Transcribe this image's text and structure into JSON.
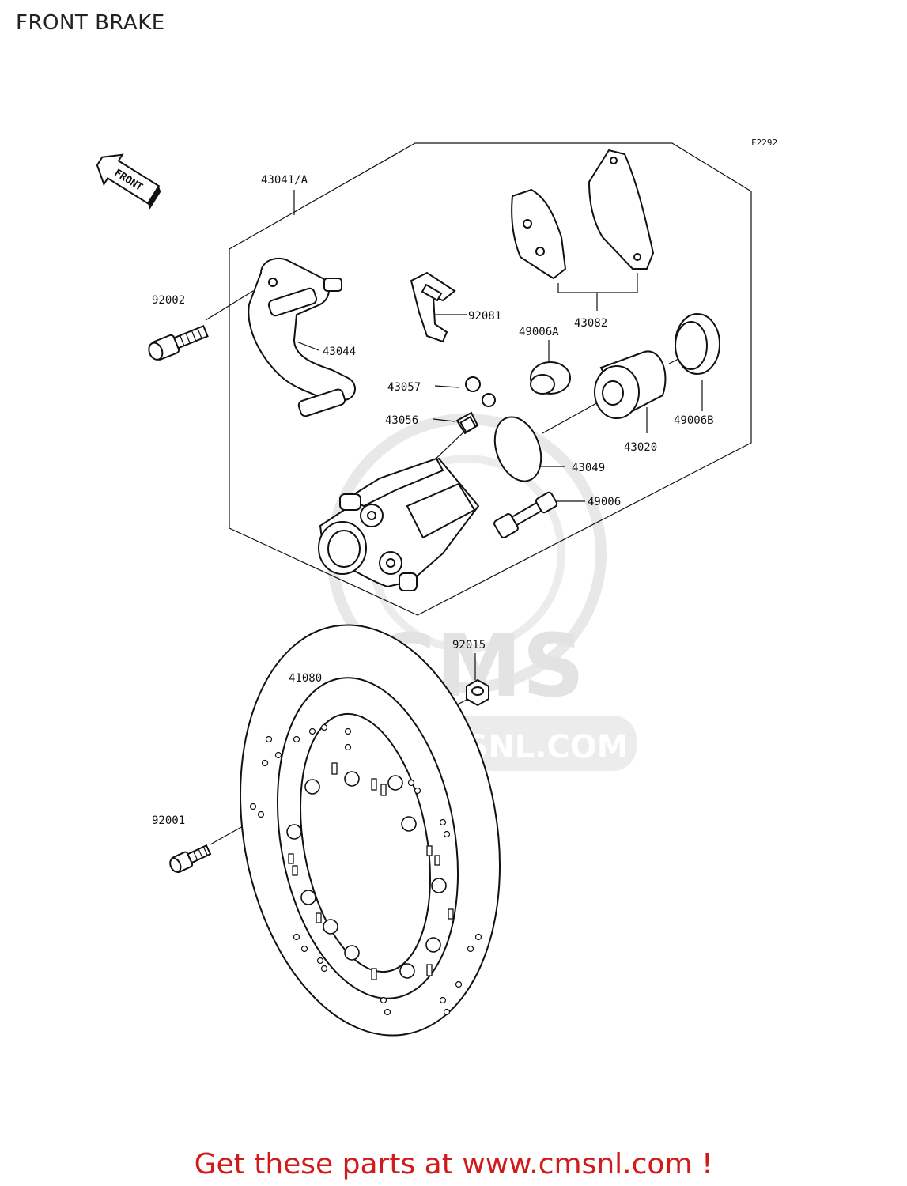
{
  "title": "FRONT BRAKE",
  "figure_code": "F2292",
  "front_arrow_label": "FRONT",
  "watermark": {
    "logo_text": "CMS",
    "url_text": "WWW.CMSNL.COM"
  },
  "callouts": {
    "p43041": "43041/A",
    "p92002": "92002",
    "p43044": "43044",
    "p92081": "92081",
    "p43082": "43082",
    "p49006A": "49006A",
    "p43057": "43057",
    "p43056": "43056",
    "p49006B": "49006B",
    "p43020": "43020",
    "p43049": "43049",
    "p49006": "49006",
    "p92015": "92015",
    "p41080": "41080",
    "p92001": "92001"
  },
  "footer": "Get these parts at www.cmsnl.com !",
  "colors": {
    "footer": "#d11a1a",
    "watermark": "#e3e3e3"
  }
}
